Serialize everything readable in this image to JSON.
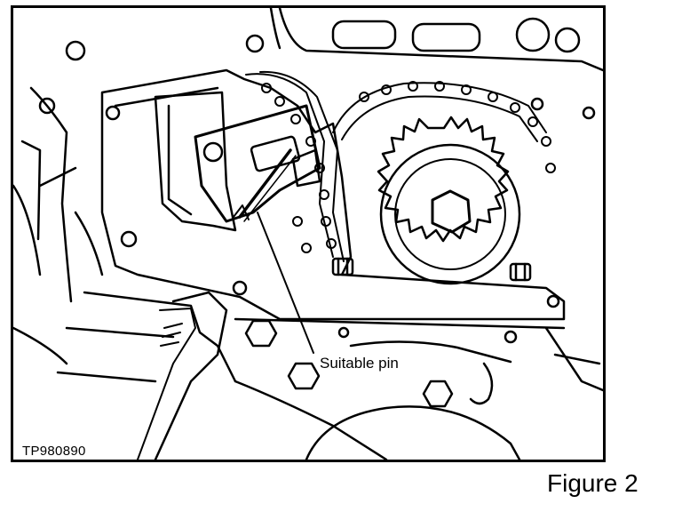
{
  "diagram": {
    "callout_label": "Suitable pin",
    "image_code": "TP980890",
    "caption": "Figure 2"
  }
}
